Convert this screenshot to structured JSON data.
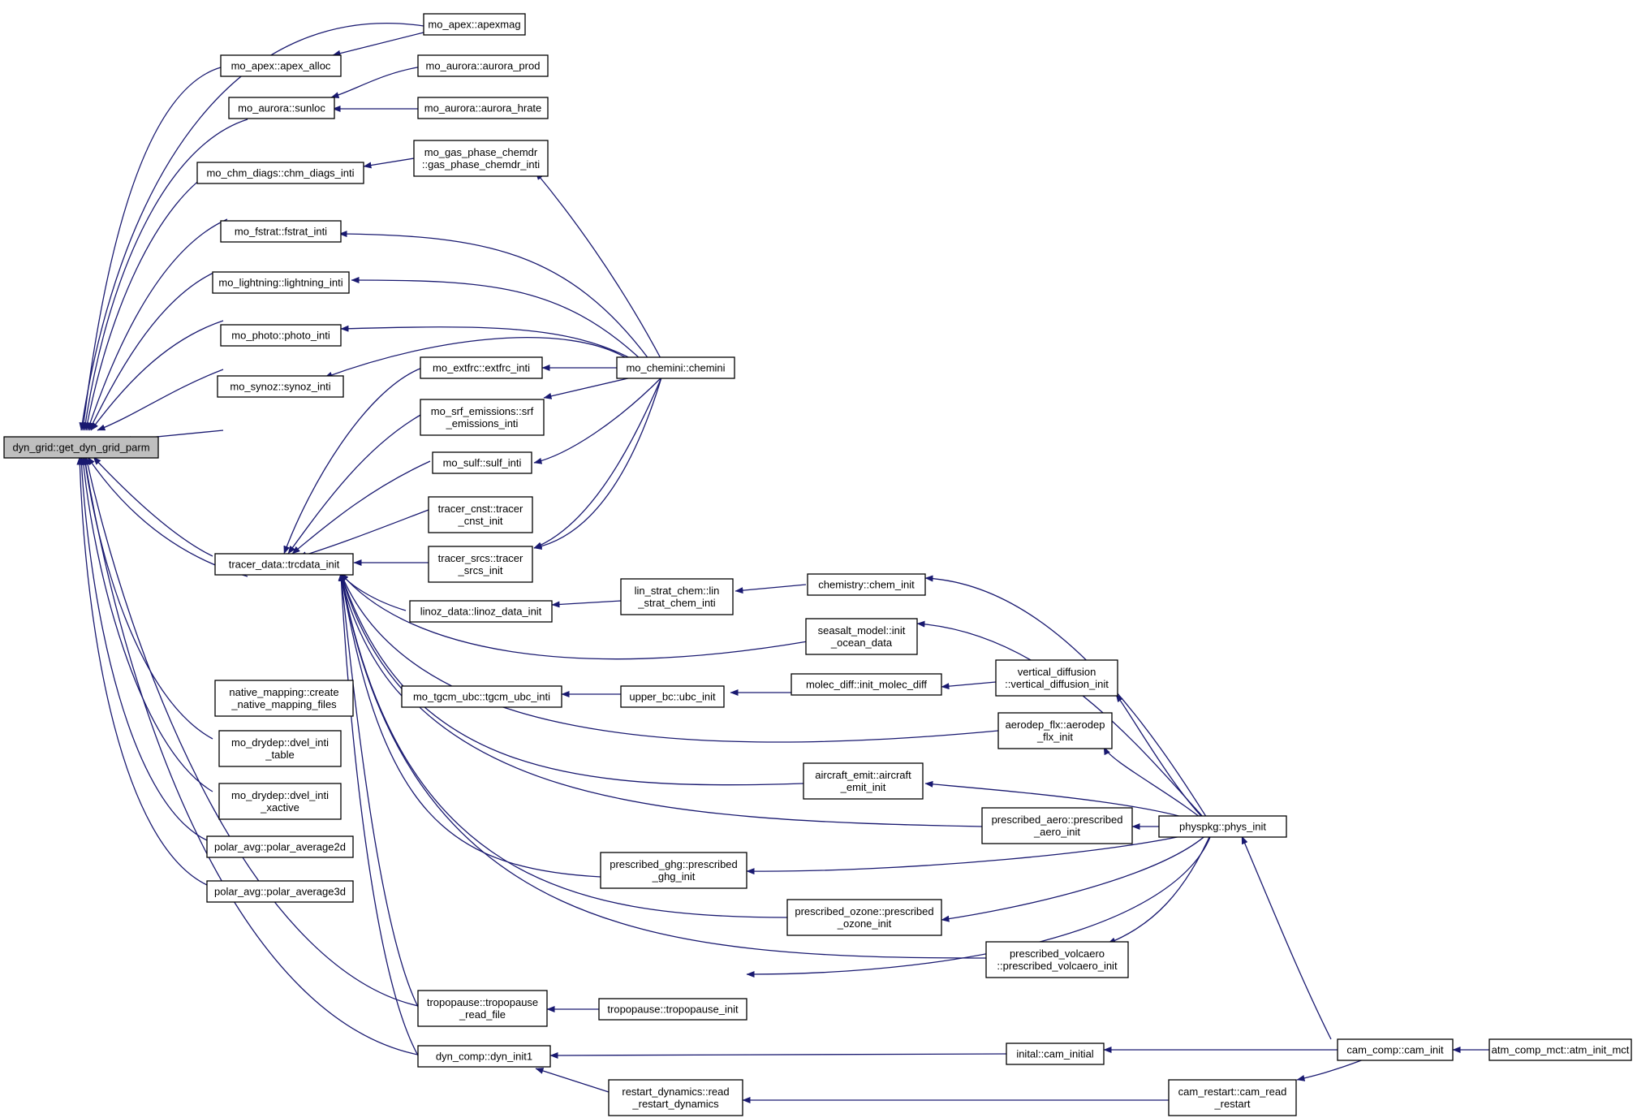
{
  "graph": {
    "edge_color": "#191970",
    "root_fill": "#bfbfbf",
    "node_fill": "#ffffff",
    "nodes": [
      {
        "id": "dyn_grid",
        "lines": [
          "dyn_grid::get_dyn_grid_parm"
        ],
        "root": true
      },
      {
        "id": "apexmag",
        "lines": [
          "mo_apex::apexmag"
        ]
      },
      {
        "id": "apex_alloc",
        "lines": [
          "mo_apex::apex_alloc"
        ]
      },
      {
        "id": "aurora_prod",
        "lines": [
          "mo_aurora::aurora_prod"
        ]
      },
      {
        "id": "sunloc",
        "lines": [
          "mo_aurora::sunloc"
        ]
      },
      {
        "id": "aurora_hrate",
        "lines": [
          "mo_aurora::aurora_hrate"
        ]
      },
      {
        "id": "gas_phase",
        "lines": [
          "mo_gas_phase_chemdr",
          "::gas_phase_chemdr_inti"
        ]
      },
      {
        "id": "chm_diags",
        "lines": [
          "mo_chm_diags::chm_diags_inti"
        ]
      },
      {
        "id": "fstrat",
        "lines": [
          "mo_fstrat::fstrat_inti"
        ]
      },
      {
        "id": "lightning",
        "lines": [
          "mo_lightning::lightning_inti"
        ]
      },
      {
        "id": "photo",
        "lines": [
          "mo_photo::photo_inti"
        ]
      },
      {
        "id": "synoz",
        "lines": [
          "mo_synoz::synoz_inti"
        ]
      },
      {
        "id": "extfrc",
        "lines": [
          "mo_extfrc::extfrc_inti"
        ]
      },
      {
        "id": "chemini",
        "lines": [
          "mo_chemini::chemini"
        ]
      },
      {
        "id": "srf_emis",
        "lines": [
          "mo_srf_emissions::srf",
          "_emissions_inti"
        ]
      },
      {
        "id": "sulf",
        "lines": [
          "mo_sulf::sulf_inti"
        ]
      },
      {
        "id": "tracer_cnst",
        "lines": [
          "tracer_cnst::tracer",
          "_cnst_init"
        ]
      },
      {
        "id": "trcdata",
        "lines": [
          "tracer_data::trcdata_init"
        ]
      },
      {
        "id": "tracer_srcs",
        "lines": [
          "tracer_srcs::tracer",
          "_srcs_init"
        ]
      },
      {
        "id": "lin_strat",
        "lines": [
          "lin_strat_chem::lin",
          "_strat_chem_inti"
        ]
      },
      {
        "id": "chem_init",
        "lines": [
          "chemistry::chem_init"
        ]
      },
      {
        "id": "linoz",
        "lines": [
          "linoz_data::linoz_data_init"
        ]
      },
      {
        "id": "seasalt",
        "lines": [
          "seasalt_model::init",
          "_ocean_data"
        ]
      },
      {
        "id": "native_map",
        "lines": [
          "native_mapping::create",
          "_native_mapping_files"
        ]
      },
      {
        "id": "vert_diff",
        "lines": [
          "vertical_diffusion",
          "::vertical_diffusion_init"
        ]
      },
      {
        "id": "tgcm_ubc",
        "lines": [
          "mo_tgcm_ubc::tgcm_ubc_inti"
        ]
      },
      {
        "id": "ubc_init",
        "lines": [
          "upper_bc::ubc_init"
        ]
      },
      {
        "id": "molec_diff",
        "lines": [
          "molec_diff::init_molec_diff"
        ]
      },
      {
        "id": "dvel_table",
        "lines": [
          "mo_drydep::dvel_inti",
          "_table"
        ]
      },
      {
        "id": "aerodep",
        "lines": [
          "aerodep_flx::aerodep",
          "_flx_init"
        ]
      },
      {
        "id": "aircraft",
        "lines": [
          "aircraft_emit::aircraft",
          "_emit_init"
        ]
      },
      {
        "id": "dvel_xactive",
        "lines": [
          "mo_drydep::dvel_inti",
          "_xactive"
        ]
      },
      {
        "id": "presc_aero",
        "lines": [
          "prescribed_aero::prescribed",
          "_aero_init"
        ]
      },
      {
        "id": "phys_init",
        "lines": [
          "physpkg::phys_init"
        ]
      },
      {
        "id": "polar2d",
        "lines": [
          "polar_avg::polar_average2d"
        ]
      },
      {
        "id": "presc_ghg",
        "lines": [
          "prescribed_ghg::prescribed",
          "_ghg_init"
        ]
      },
      {
        "id": "polar3d",
        "lines": [
          "polar_avg::polar_average3d"
        ]
      },
      {
        "id": "presc_ozone",
        "lines": [
          "prescribed_ozone::prescribed",
          "_ozone_init"
        ]
      },
      {
        "id": "presc_volc",
        "lines": [
          "prescribed_volcaero",
          "::prescribed_volcaero_init"
        ]
      },
      {
        "id": "tropo_read",
        "lines": [
          "tropopause::tropopause",
          "_read_file"
        ]
      },
      {
        "id": "tropo_init",
        "lines": [
          "tropopause::tropopause_init"
        ]
      },
      {
        "id": "dyn_init1",
        "lines": [
          "dyn_comp::dyn_init1"
        ]
      },
      {
        "id": "cam_initial",
        "lines": [
          "inital::cam_initial"
        ]
      },
      {
        "id": "cam_init",
        "lines": [
          "cam_comp::cam_init"
        ]
      },
      {
        "id": "atm_init",
        "lines": [
          "atm_comp_mct::atm_init_mct"
        ]
      },
      {
        "id": "restart_dyn",
        "lines": [
          "restart_dynamics::read",
          "_restart_dynamics"
        ]
      },
      {
        "id": "cam_read",
        "lines": [
          "cam_restart::cam_read",
          "_restart"
        ]
      }
    ]
  }
}
